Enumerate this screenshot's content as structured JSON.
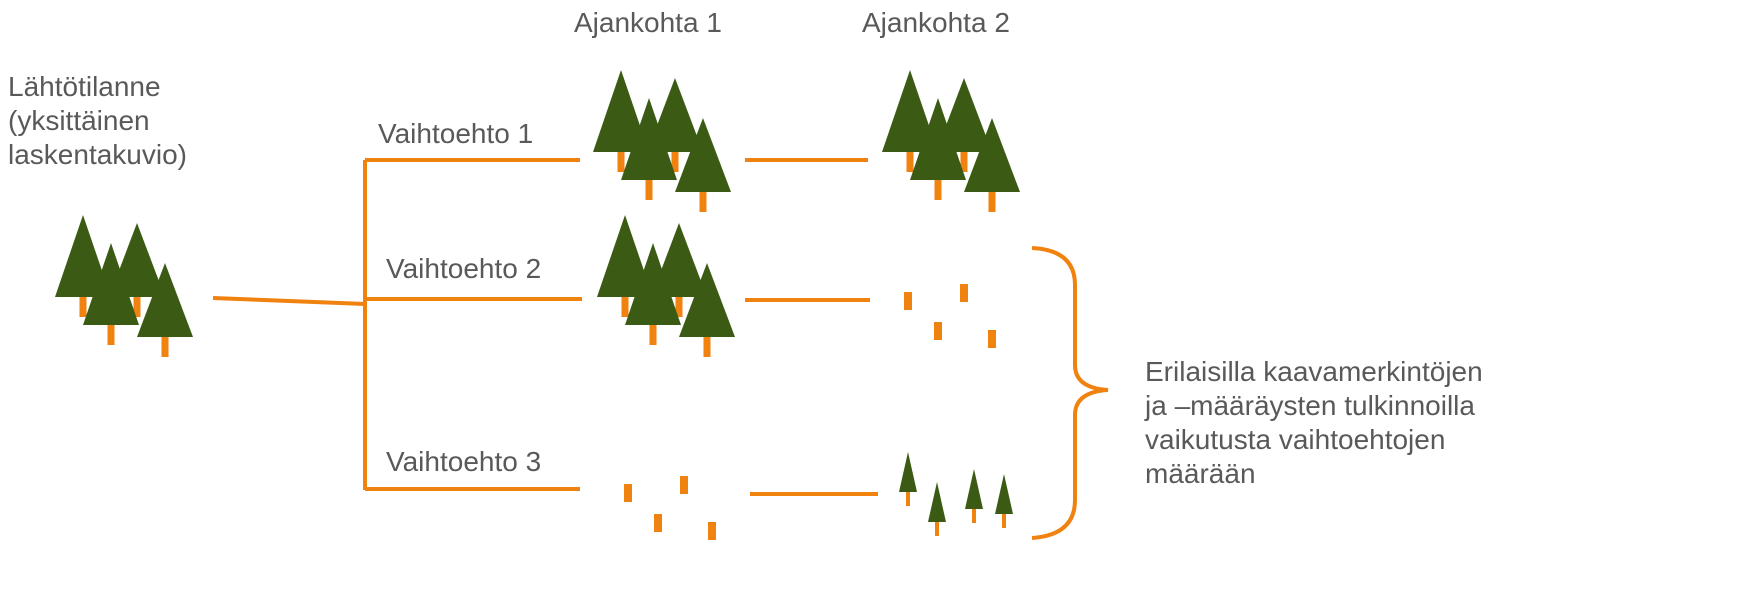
{
  "headers": {
    "time1": "Ajankohta 1",
    "time2": "Ajankohta 2"
  },
  "start": {
    "lines": [
      "Lähtötilanne",
      "(yksittäinen",
      "laskentakuvio)"
    ]
  },
  "options": [
    {
      "label": "Vaihtoehto 1",
      "time1_state": "forest",
      "time2_state": "forest"
    },
    {
      "label": "Vaihtoehto 2",
      "time1_state": "forest",
      "time2_state": "stumps"
    },
    {
      "label": "Vaihtoehto 3",
      "time1_state": "stumps",
      "time2_state": "seedlings"
    }
  ],
  "note": {
    "lines": [
      "Erilaisilla kaavamerkintöjen",
      "ja –määräysten tulkinnoilla",
      "vaikutusta vaihtoehtojen",
      "määrään"
    ]
  },
  "colors": {
    "tree": "#3B5B14",
    "trunk": "#F0820F",
    "line": "#F0820F",
    "text": "#595959"
  }
}
